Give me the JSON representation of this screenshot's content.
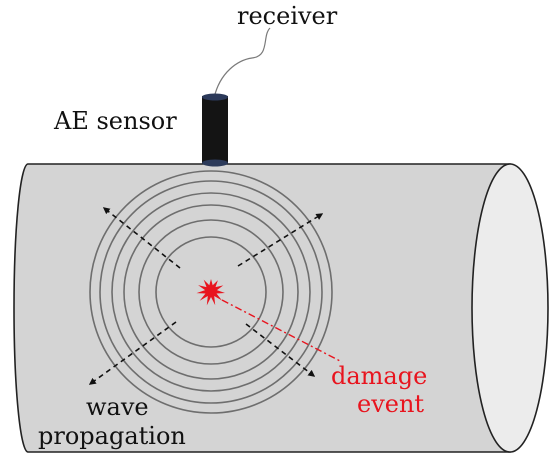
{
  "labels": {
    "receiver": "receiver",
    "sensor": "AE sensor",
    "wave_line1": "wave",
    "wave_line2": "propagation",
    "damage_line1": "damage",
    "damage_line2": "event"
  },
  "colors": {
    "cylinder_fill": "#d4d4d4",
    "end_cap_fill": "#ececec",
    "outline": "#222222",
    "ring_stroke": "#6e6e6e",
    "sensor_fill": "#141414",
    "sensor_cap": "#2c3a5a",
    "arrow": "#111111",
    "damage": "#e8141e",
    "text": "#111111"
  },
  "icons": {
    "burst": "damage-burst-icon",
    "arrow": "arrow-head-icon"
  }
}
